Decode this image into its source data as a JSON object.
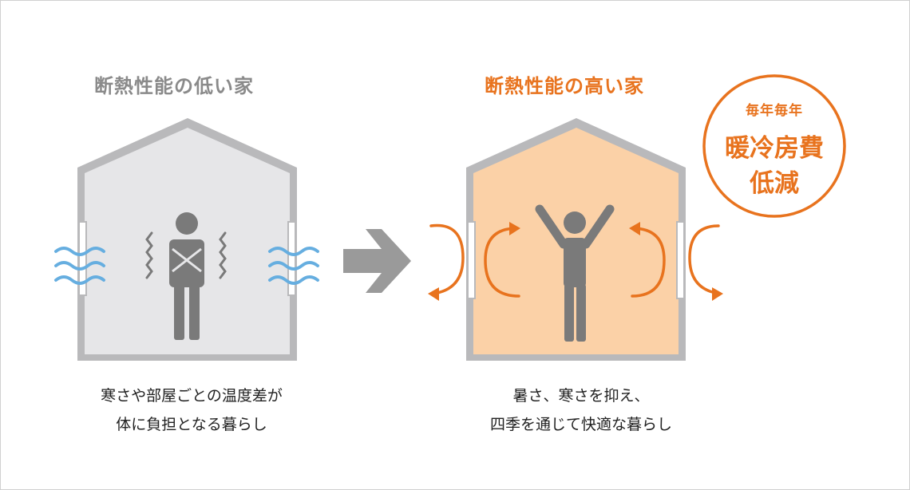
{
  "left_house": {
    "title": "断熱性能の低い家",
    "caption_line1": "寒さや部屋ごとの温度差が",
    "caption_line2": "体に負担となる暮らし"
  },
  "right_house": {
    "title": "断熱性能の高い家",
    "caption_line1": "暑さ、寒さを抑え、",
    "caption_line2": "四季を通じて快適な暮らし"
  },
  "badge": {
    "line1": "毎年毎年",
    "line2": "暖冷房費",
    "line3": "低減"
  },
  "colors": {
    "gray_text": "#8a8a8a",
    "orange": "#e8731e",
    "house_frame": "#b9b9bb",
    "left_interior": "#e6e6e8",
    "right_interior": "#fbd1a7",
    "wind_blue": "#66aee0",
    "figure_gray": "#7a7a7a"
  },
  "icons": [
    "house-cold-icon",
    "house-warm-icon",
    "shivering-person-icon",
    "happy-person-icon",
    "cold-wind-icon",
    "arrow-right-icon",
    "circulation-arrow-icon"
  ]
}
